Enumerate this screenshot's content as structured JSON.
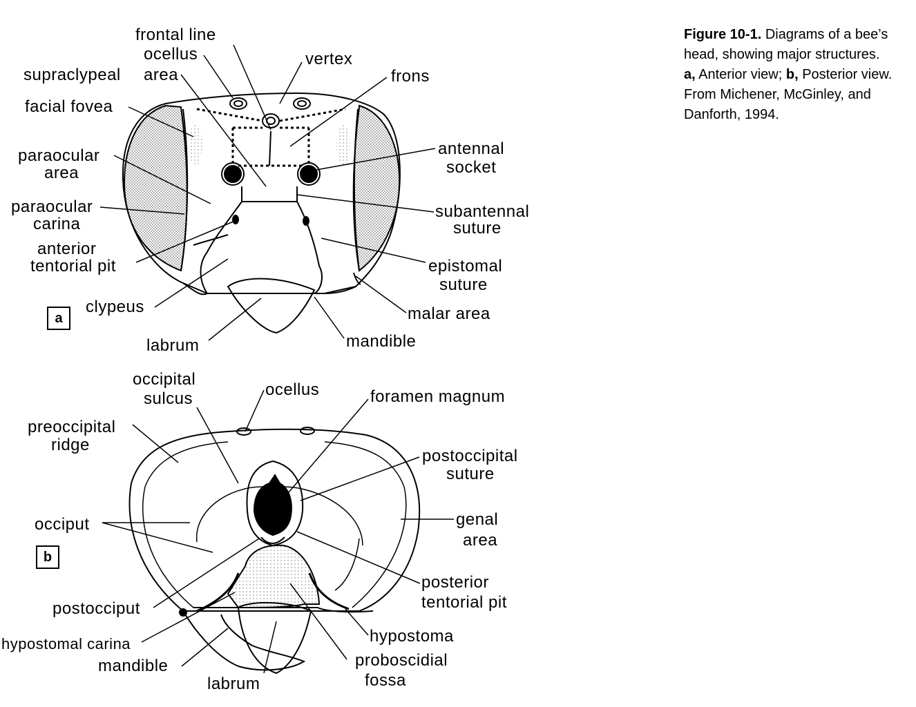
{
  "caption": {
    "figure_label": "Figure 10-1.",
    "title_rest": " Diagrams of a bee’s head, showing major structures.",
    "a_label": "a,",
    "a_text": " Anterior view; ",
    "b_label": "b,",
    "b_text": " Posterior view. From Michener, McGinley, and Danforth, 1994."
  },
  "panels": {
    "a": "a",
    "b": "b"
  },
  "labels_a": {
    "frontal_line": "frontal  line",
    "ocellus": "ocellus",
    "vertex": "vertex",
    "supraclypeal_1": "supraclypeal",
    "supraclypeal_2": "area",
    "frons": "frons",
    "facial_fovea": "facial  fovea",
    "paraocular_area_1": "paraocular",
    "paraocular_area_2": "area",
    "antennal_1": "antennal",
    "antennal_2": "socket",
    "paraocular_carina_1": "paraocular",
    "paraocular_carina_2": "carina",
    "subantennal_1": "subantennal",
    "subantennal_2": "suture",
    "anterior_1": "anterior",
    "anterior_2": "tentorial  pit",
    "epistomal_1": "epistomal",
    "epistomal_2": "suture",
    "clypeus": "clypeus",
    "malar_area": "malar  area",
    "labrum": "labrum",
    "mandible": "mandible"
  },
  "labels_b": {
    "occipital_1": "occipital",
    "occipital_2": "sulcus",
    "ocellus": "ocellus",
    "foramen": "foramen  magnum",
    "preoccipital_1": "preoccipital",
    "preoccipital_2": "ridge",
    "postoccipital_1": "postoccipital",
    "postoccipital_2": "suture",
    "occiput": "occiput",
    "genal_1": "genal",
    "genal_2": "area",
    "posterior_1": "posterior",
    "posterior_2": "tentorial  pit",
    "postocciput": "postocciput",
    "hypostoma": "hypostoma",
    "hypostomal_carina": "hypostomal carina",
    "mandible": "mandible",
    "proboscidial_1": "proboscidial",
    "proboscidial_2": "fossa",
    "labrum": "labrum"
  }
}
